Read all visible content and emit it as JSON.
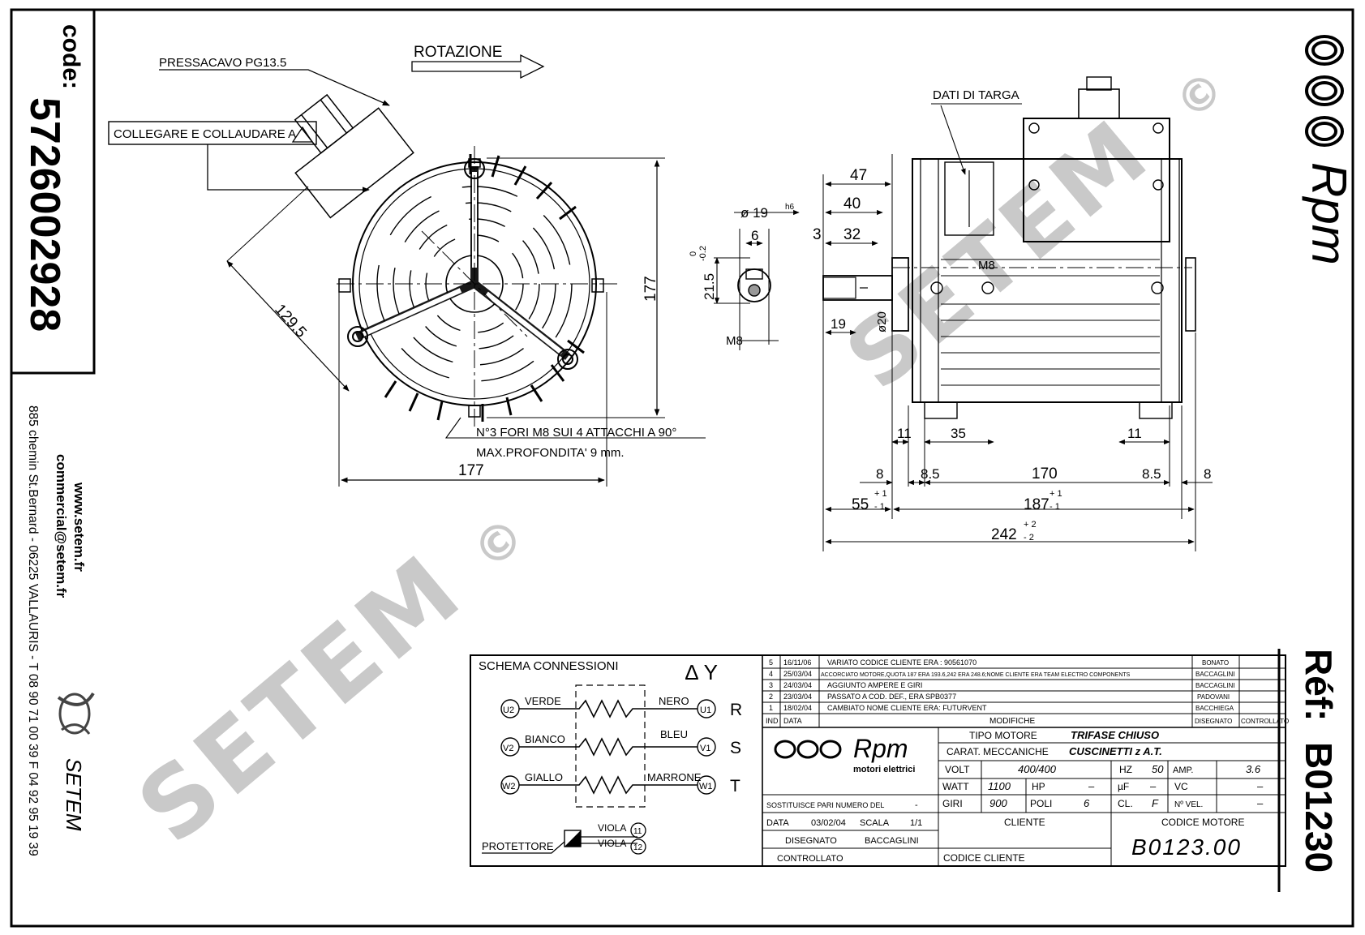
{
  "code_panel": {
    "label": "code:",
    "number": "5726002928"
  },
  "contact": {
    "website": "www.setem.fr",
    "email": "commercial@setem.fr",
    "address": "885 chemin St.Bernard - 06225 VALLAURIS - T 08 90 71 00 39  F 04 92 95 19 39",
    "brand": "SETEM"
  },
  "watermark": {
    "text": "SETEM",
    "symbol": "©"
  },
  "brand_logo": {
    "text": "Rpm",
    "subtitle": "motori elettrici"
  },
  "ref": {
    "label": "Réf:",
    "value": "B01230"
  },
  "front_view": {
    "cable_gland": "PRESSACAVO PG13.5",
    "rotation": "ROTAZIONE",
    "connect_note": "COLLEGARE E COLLAUDARE A",
    "dim_diag": "129.5",
    "dim_height": "177",
    "dim_width": "177",
    "holes_note": "N°3 FORI M8 SUI 4 ATTACCHI A 90°",
    "depth_note": "MAX.PROFONDITA' 9 mm."
  },
  "shaft_detail": {
    "dia": "ø 19",
    "dia_tol": "h6",
    "key": "6",
    "height": "21.5",
    "height_tol_up": "0",
    "height_tol_down": "-0.2",
    "thread": "M8"
  },
  "side_view": {
    "nameplate": "DATI DI TARGA",
    "d47": "47",
    "d40": "40",
    "d3": "3",
    "d32": "32",
    "d19": "19",
    "dia20": "ø20",
    "m8": "M8",
    "d11a": "11",
    "d35": "35",
    "d11b": "11",
    "d8a": "8",
    "d85a": "8.5",
    "d170": "170",
    "d85b": "8.5",
    "d8b": "8",
    "d55": "55",
    "d55_tol_up": "+ 1",
    "d55_tol_down": "- 1",
    "d187": "187",
    "d187_tol_up": "+ 1",
    "d187_tol_down": "- 1",
    "d242": "242",
    "d242_tol_up": "+ 2",
    "d242_tol_down": "- 2"
  },
  "schema": {
    "title": "SCHEMA CONNESSIONI",
    "symbols": "∆ Y",
    "rows": [
      {
        "left_term": "U2",
        "left_color": "VERDE",
        "right_color": "NERO",
        "right_term": "U1",
        "phase": "R"
      },
      {
        "left_term": "V2",
        "left_color": "BIANCO",
        "right_color": "BLEU",
        "right_term": "V1",
        "phase": "S"
      },
      {
        "left_term": "W2",
        "left_color": "GIALLO",
        "right_color": "MARRONE",
        "right_term": "W1",
        "phase": "T"
      }
    ],
    "protector_label": "PROTETTORE",
    "protector_wires": [
      {
        "color": "VIOLA",
        "term": "11"
      },
      {
        "color": "VIOLA",
        "term": "12"
      }
    ]
  },
  "revisions": {
    "rows": [
      {
        "ind": "5",
        "date": "16/11/06",
        "text": "VARIATO CODICE CLIENTE  ERA : 90561070",
        "draw": "BONATO",
        "ctrl": ""
      },
      {
        "ind": "4",
        "date": "25/03/04",
        "text": "ACCORCIATO MOTORE,QUOTA 187 ERA 193.6,242 ERA 248.6;NOME CLIENTE ERA TEAM ELECTRO COMPONENTS",
        "draw": "BACCAGLINI",
        "ctrl": ""
      },
      {
        "ind": "3",
        "date": "24/03/04",
        "text": "AGGIUNTO AMPERE E GIRI",
        "draw": "BACCAGLINI",
        "ctrl": ""
      },
      {
        "ind": "2",
        "date": "23/03/04",
        "text": "PASSATO A COD. DEF., ERA SPB0377",
        "draw": "PADOVANI",
        "ctrl": ""
      },
      {
        "ind": "1",
        "date": "18/02/04",
        "text": "CAMBIATO NOME CLIENTE ERA: FUTURVENT",
        "draw": "BACCHIEGA",
        "ctrl": ""
      }
    ],
    "header": {
      "ind": "IND",
      "date": "DATA",
      "text": "MODIFICHE",
      "draw": "DISEGNATO",
      "ctrl": "CONTROLLATO"
    }
  },
  "title_block": {
    "tipo_label": "TIPO MOTORE",
    "tipo_value": "TRIFASE CHIUSO",
    "carat_label": "CARAT. MECCANICHE",
    "carat_value": "CUSCINETTI z A.T.",
    "volt_label": "VOLT",
    "volt_value": "400/400",
    "hz_label": "HZ",
    "hz_value": "50",
    "amp_label": "AMP.",
    "amp_value": "3.6",
    "watt_label": "WATT",
    "watt_value": "1100",
    "hp_label": "HP",
    "hp_value": "–",
    "uf_label": "µF",
    "uf_value": "–",
    "vc_label": "VC",
    "vc_value": "–",
    "giri_label": "GIRI",
    "giri_value": "900",
    "poli_label": "POLI",
    "poli_value": "6",
    "cl_label": "CL.",
    "cl_value": "F",
    "nvel_label": "Nº VEL.",
    "nvel_value": "–",
    "sost_label": "SOSTITUISCE PARI NUMERO DEL",
    "sost_value": "-",
    "data_label": "DATA",
    "data_value": "03/02/04",
    "scala_label": "SCALA",
    "scala_value": "1/1",
    "disegnato_label": "DISEGNATO",
    "disegnato_value": "BACCAGLINI",
    "controllato_label": "CONTROLLATO",
    "cliente_label": "CLIENTE",
    "codice_cliente_label": "CODICE CLIENTE",
    "codice_motore_label": "CODICE MOTORE",
    "codice_motore_value": "B0123.00"
  }
}
